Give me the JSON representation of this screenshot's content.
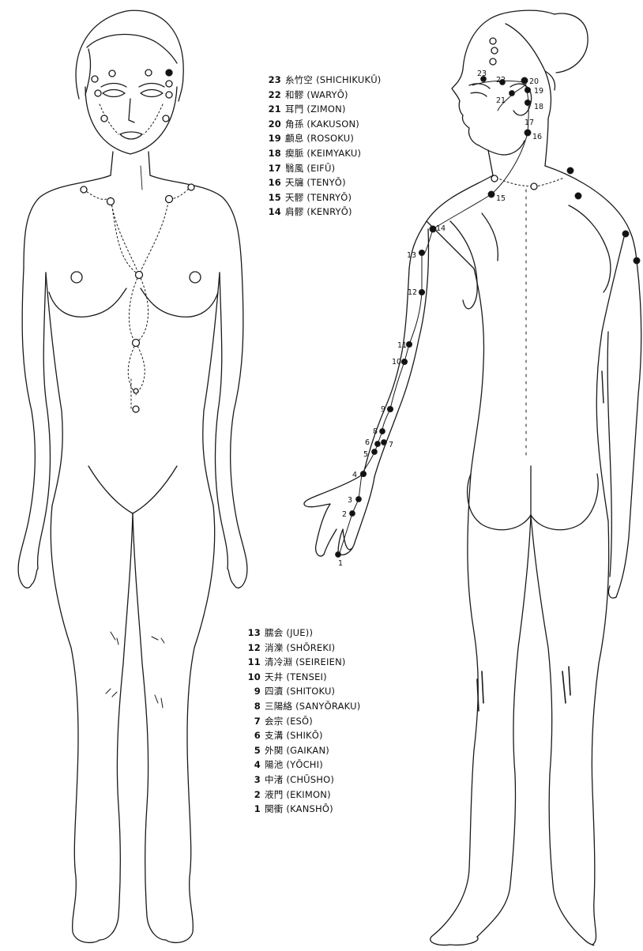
{
  "legend_upper": [
    {
      "num": "23",
      "kanji": "糸竹空",
      "name": "(SHICHIKUKŪ)"
    },
    {
      "num": "22",
      "kanji": "和髎",
      "name": "(WARYŌ)"
    },
    {
      "num": "21",
      "kanji": "耳門",
      "name": "(ZIMON)"
    },
    {
      "num": "20",
      "kanji": "角孫",
      "name": "(KAKUSON)"
    },
    {
      "num": "19",
      "kanji": "顱息",
      "name": "(ROSOKU)"
    },
    {
      "num": "18",
      "kanji": "瘈脈",
      "name": "(KEIMYAKU)"
    },
    {
      "num": "17",
      "kanji": "翳風",
      "name": "(EIFŪ)"
    },
    {
      "num": "16",
      "kanji": "天牖",
      "name": "(TENYŌ)"
    },
    {
      "num": "15",
      "kanji": "天髎",
      "name": "(TENRYŌ)"
    },
    {
      "num": "14",
      "kanji": "肩髎",
      "name": "(KENRYŌ)"
    }
  ],
  "legend_lower": [
    {
      "num": "13",
      "kanji": "臑会",
      "name": "(JUE))"
    },
    {
      "num": "12",
      "kanji": "消濼",
      "name": "(SHŌREKI)"
    },
    {
      "num": "11",
      "kanji": "清冷淵",
      "name": "(SEIREIEN)"
    },
    {
      "num": "10",
      "kanji": "天井",
      "name": "(TENSEI)"
    },
    {
      "num": "9",
      "kanji": "四瀆",
      "name": "(SHITOKU)"
    },
    {
      "num": "8",
      "kanji": "三陽絡",
      "name": "(SANYŌRAKU)"
    },
    {
      "num": "7",
      "kanji": "会宗",
      "name": "(ESŌ)"
    },
    {
      "num": "6",
      "kanji": "支溝",
      "name": "(SHIKŌ)"
    },
    {
      "num": "5",
      "kanji": "外関",
      "name": "(GAIKAN)"
    },
    {
      "num": "4",
      "kanji": "陽池",
      "name": "(YŌCHI)"
    },
    {
      "num": "3",
      "kanji": "中渚",
      "name": "(CHŪSHO)"
    },
    {
      "num": "2",
      "kanji": "液門",
      "name": "(EKIMON)"
    },
    {
      "num": "1",
      "kanji": "関衝",
      "name": "(KANSHŌ)"
    }
  ],
  "point_labels": [
    "1",
    "2",
    "3",
    "4",
    "5",
    "6",
    "7",
    "8",
    "9",
    "10",
    "11",
    "12",
    "13",
    "14",
    "15",
    "16",
    "17",
    "18",
    "19",
    "20",
    "21",
    "22",
    "23"
  ],
  "colors": {
    "ink": "#111111",
    "point_fill": "#111111",
    "hollow_point": "#ffffff"
  }
}
